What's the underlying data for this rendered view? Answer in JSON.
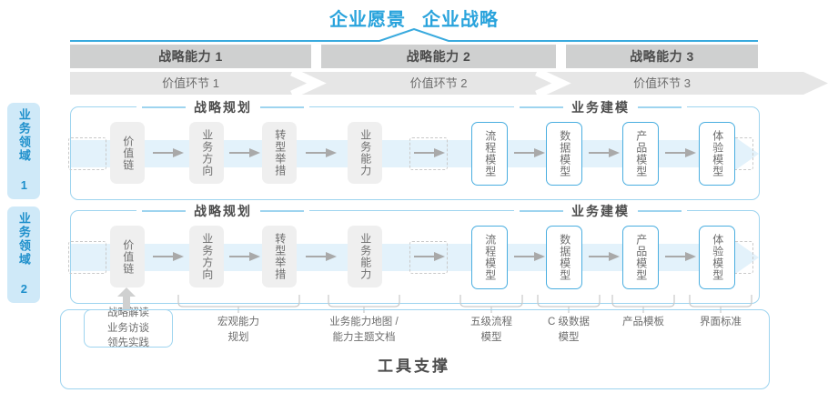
{
  "header": {
    "vision": "企业愿景",
    "strategy": "企业战略"
  },
  "capabilities": [
    {
      "label": "战略能力 1"
    },
    {
      "label": "战略能力 2"
    },
    {
      "label": "战略能力 3"
    }
  ],
  "value_chain": [
    {
      "label": "价值环节 1"
    },
    {
      "label": "价值环节 2"
    },
    {
      "label": "价值环节 3"
    }
  ],
  "domains": [
    {
      "label": "业务领域 1"
    },
    {
      "label": "业务领域 2"
    }
  ],
  "sections": {
    "strategy_planning": "战略规划",
    "business_modeling": "业务建模"
  },
  "nodes": {
    "strategy_planning": [
      {
        "label": "价值链",
        "style": "gray"
      },
      {
        "label": "业务方向",
        "style": "gray"
      },
      {
        "label": "转型举措",
        "style": "gray"
      },
      {
        "label": "业务能力",
        "style": "gray"
      }
    ],
    "business_modeling": [
      {
        "label": "流程模型",
        "style": "blue"
      },
      {
        "label": "数据模型",
        "style": "blue"
      },
      {
        "label": "产品模型",
        "style": "blue"
      },
      {
        "label": "体验模型",
        "style": "blue"
      }
    ]
  },
  "tools": {
    "title": "工具支撑",
    "items": [
      {
        "label": "战略解读\n业务访谈\n领先实践",
        "boxed": true
      },
      {
        "label": "宏观能力\n规划",
        "boxed": false
      },
      {
        "label": "业务能力地图 /\n能力主题文档",
        "boxed": false
      },
      {
        "label": "五级流程\n模型",
        "boxed": false
      },
      {
        "label": "C 级数据\n模型",
        "boxed": false
      },
      {
        "label": "产品模板",
        "boxed": false
      },
      {
        "label": "界面标准",
        "boxed": false
      }
    ]
  },
  "colors": {
    "accent_blue": "#29a3dc",
    "border_blue": "#9ed4ef",
    "node_blue": "#4aaee0",
    "band_blue": "#eaf6fd",
    "bar_gray": "#cfd0d0",
    "chain_gray": "#e6e6e6",
    "node_gray": "#efefef",
    "text_gray": "#6d6d6d",
    "title_gray": "#4c4c4c"
  }
}
